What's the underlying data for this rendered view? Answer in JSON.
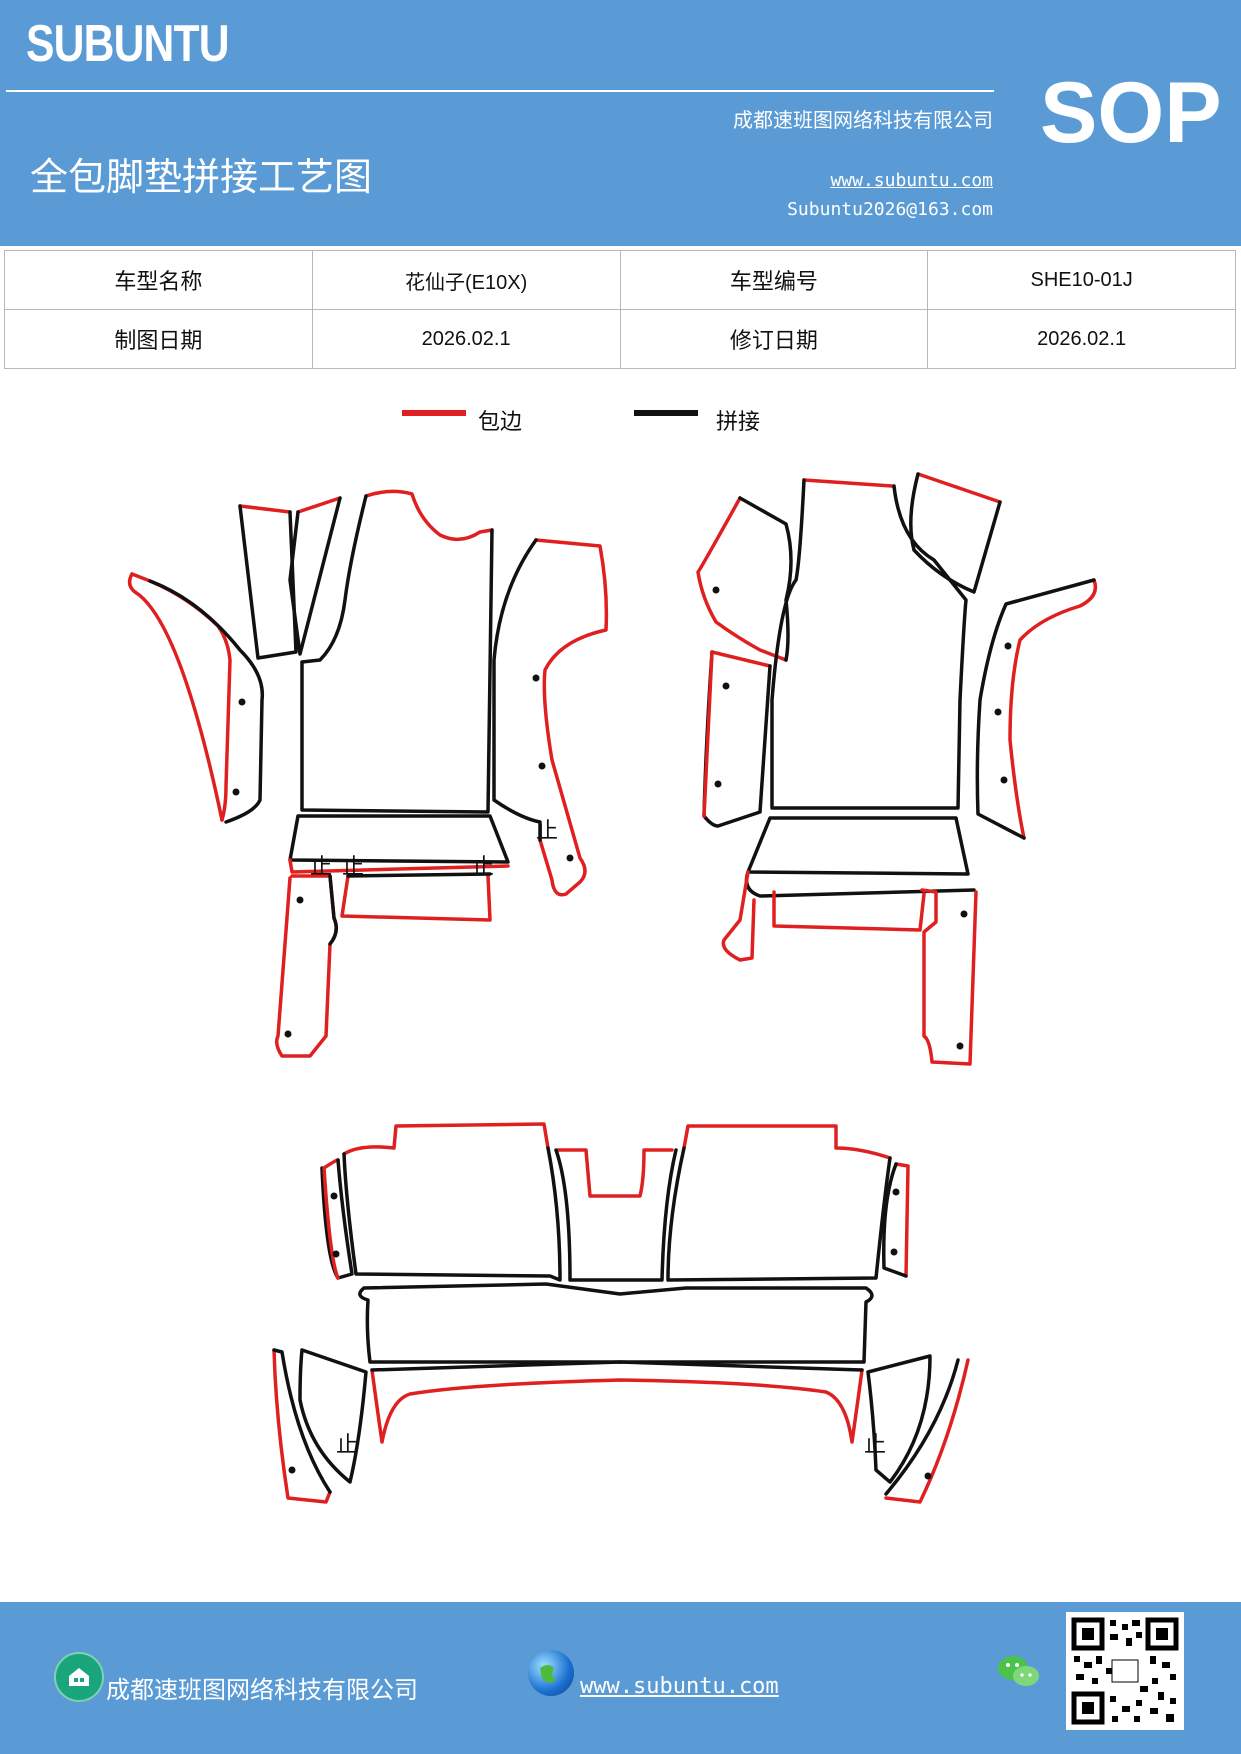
{
  "header": {
    "logo": "SUBUNTU",
    "company": "成都速班图网络科技有限公司",
    "title": "全包脚垫拼接工艺图",
    "website": "www.subuntu.com",
    "email": "Subuntu2026@163.com",
    "badge": "SOP"
  },
  "info_table": {
    "model_name_label": "车型名称",
    "model_name": "花仙子(E10X)",
    "model_code_label": "车型编号",
    "model_code": "SHE10-01J",
    "draw_date_label": "制图日期",
    "draw_date": "2026.02.1",
    "revise_date_label": "修订日期",
    "revise_date": "2026.02.1"
  },
  "legend": {
    "edge_label": "包边",
    "edge_color": "#e02020",
    "joint_label": "拼接",
    "joint_color": "#111111"
  },
  "stop_mark": "止",
  "footer": {
    "company": "成都速班图网络科技有限公司",
    "website": "www.subuntu.com",
    "icons": [
      "building-icon",
      "globe-icon",
      "wechat-icon",
      "qr-code"
    ]
  }
}
